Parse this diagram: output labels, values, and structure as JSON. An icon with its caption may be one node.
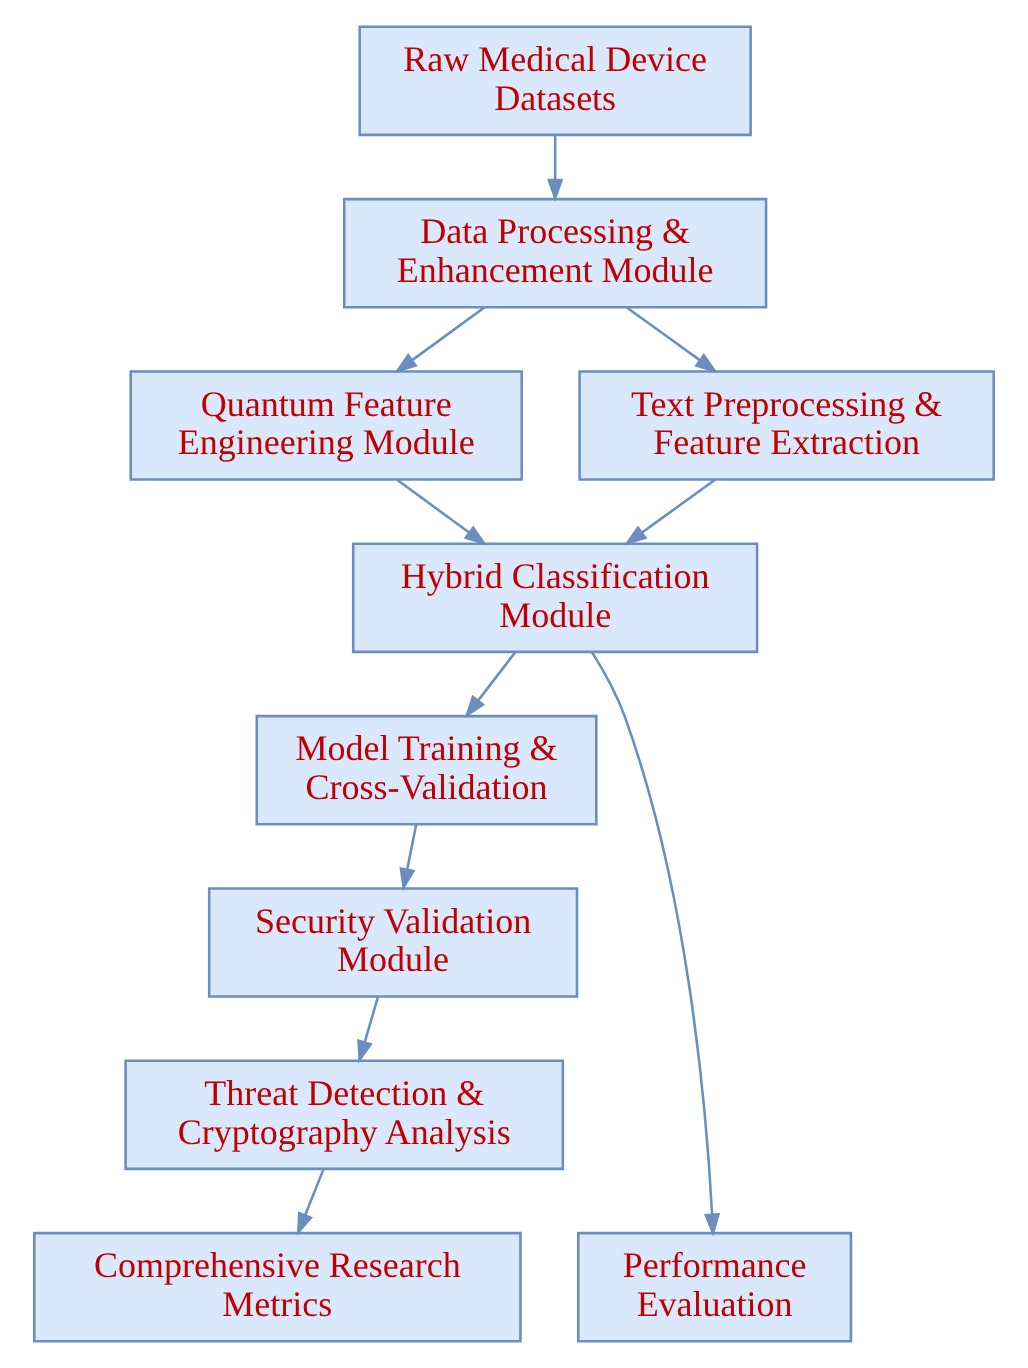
{
  "diagram": {
    "nodes": [
      {
        "text": [
          "Raw Medical Device Datasets"
        ]
      },
      {
        "text": [
          "Data Processing & Enhancement Module"
        ]
      },
      {
        "text": [
          "Quantum Feature Engineering Module"
        ]
      },
      {
        "text": [
          "Text Preprocessing & Feature Extraction"
        ]
      },
      {
        "text": [
          "Hybrid Classification Module"
        ]
      },
      {
        "text": [
          "Model Training & Cross-Validation"
        ]
      },
      {
        "text": [
          "Security Validation Module"
        ]
      },
      {
        "text": [
          "Threat Detection & Cryptography Analysis"
        ]
      },
      {
        "text": [
          "Performance Evaluation"
        ]
      },
      {
        "text": [
          "Comprehensive Research Metrics"
        ]
      }
    ],
    "edges": [
      {
        "from": 0,
        "to": 1,
        "arrow": "to"
      },
      {
        "from": 1,
        "to": 2,
        "arrow": "to"
      },
      {
        "from": 1,
        "to": 3,
        "arrow": "to"
      },
      {
        "from": 2,
        "to": 4,
        "arrow": "to"
      },
      {
        "from": 3,
        "to": 4,
        "arrow": "to"
      },
      {
        "from": 4,
        "to": 8,
        "arrow": "to"
      },
      {
        "from": 4,
        "to": 5,
        "arrow": "to"
      },
      {
        "from": 5,
        "to": 6,
        "arrow": "to"
      },
      {
        "from": 6,
        "to": 7,
        "arrow": "to"
      },
      {
        "from": 7,
        "to": 9,
        "arrow": "to"
      }
    ]
  }
}
